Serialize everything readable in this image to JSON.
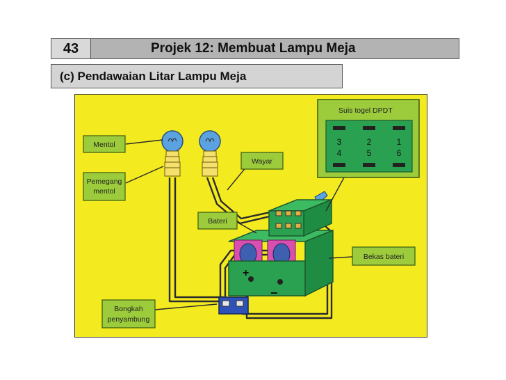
{
  "header": {
    "number": "43",
    "title": "Projek 12: Membuat Lampu Meja"
  },
  "subtitle": "(c) Pendawaian Litar Lampu Meja",
  "diagram": {
    "labels": {
      "mentol": "Mentol",
      "pemegang_line1": "Pemegang",
      "pemegang_line2": "mentol",
      "wayar": "Wayar",
      "bateri": "Bateri",
      "bekas_bateri": "Bekas bateri",
      "bongkah_line1": "Bongkah",
      "bongkah_line2": "penyambung",
      "suis_title": "Suis togel DPDT"
    },
    "switch_terminals": {
      "row1": [
        "3",
        "2",
        "1"
      ],
      "row2": [
        "4",
        "5",
        "6"
      ]
    },
    "battery_symbols": {
      "plus": "+",
      "minus": "−"
    },
    "colors": {
      "background": "#f3ea1f",
      "label_box": "#9ccc3c",
      "battery_case": "#2aa150",
      "battery": "#d94fb0",
      "bulb": "#5aa3e0",
      "wire": "#2b2b2b"
    }
  }
}
